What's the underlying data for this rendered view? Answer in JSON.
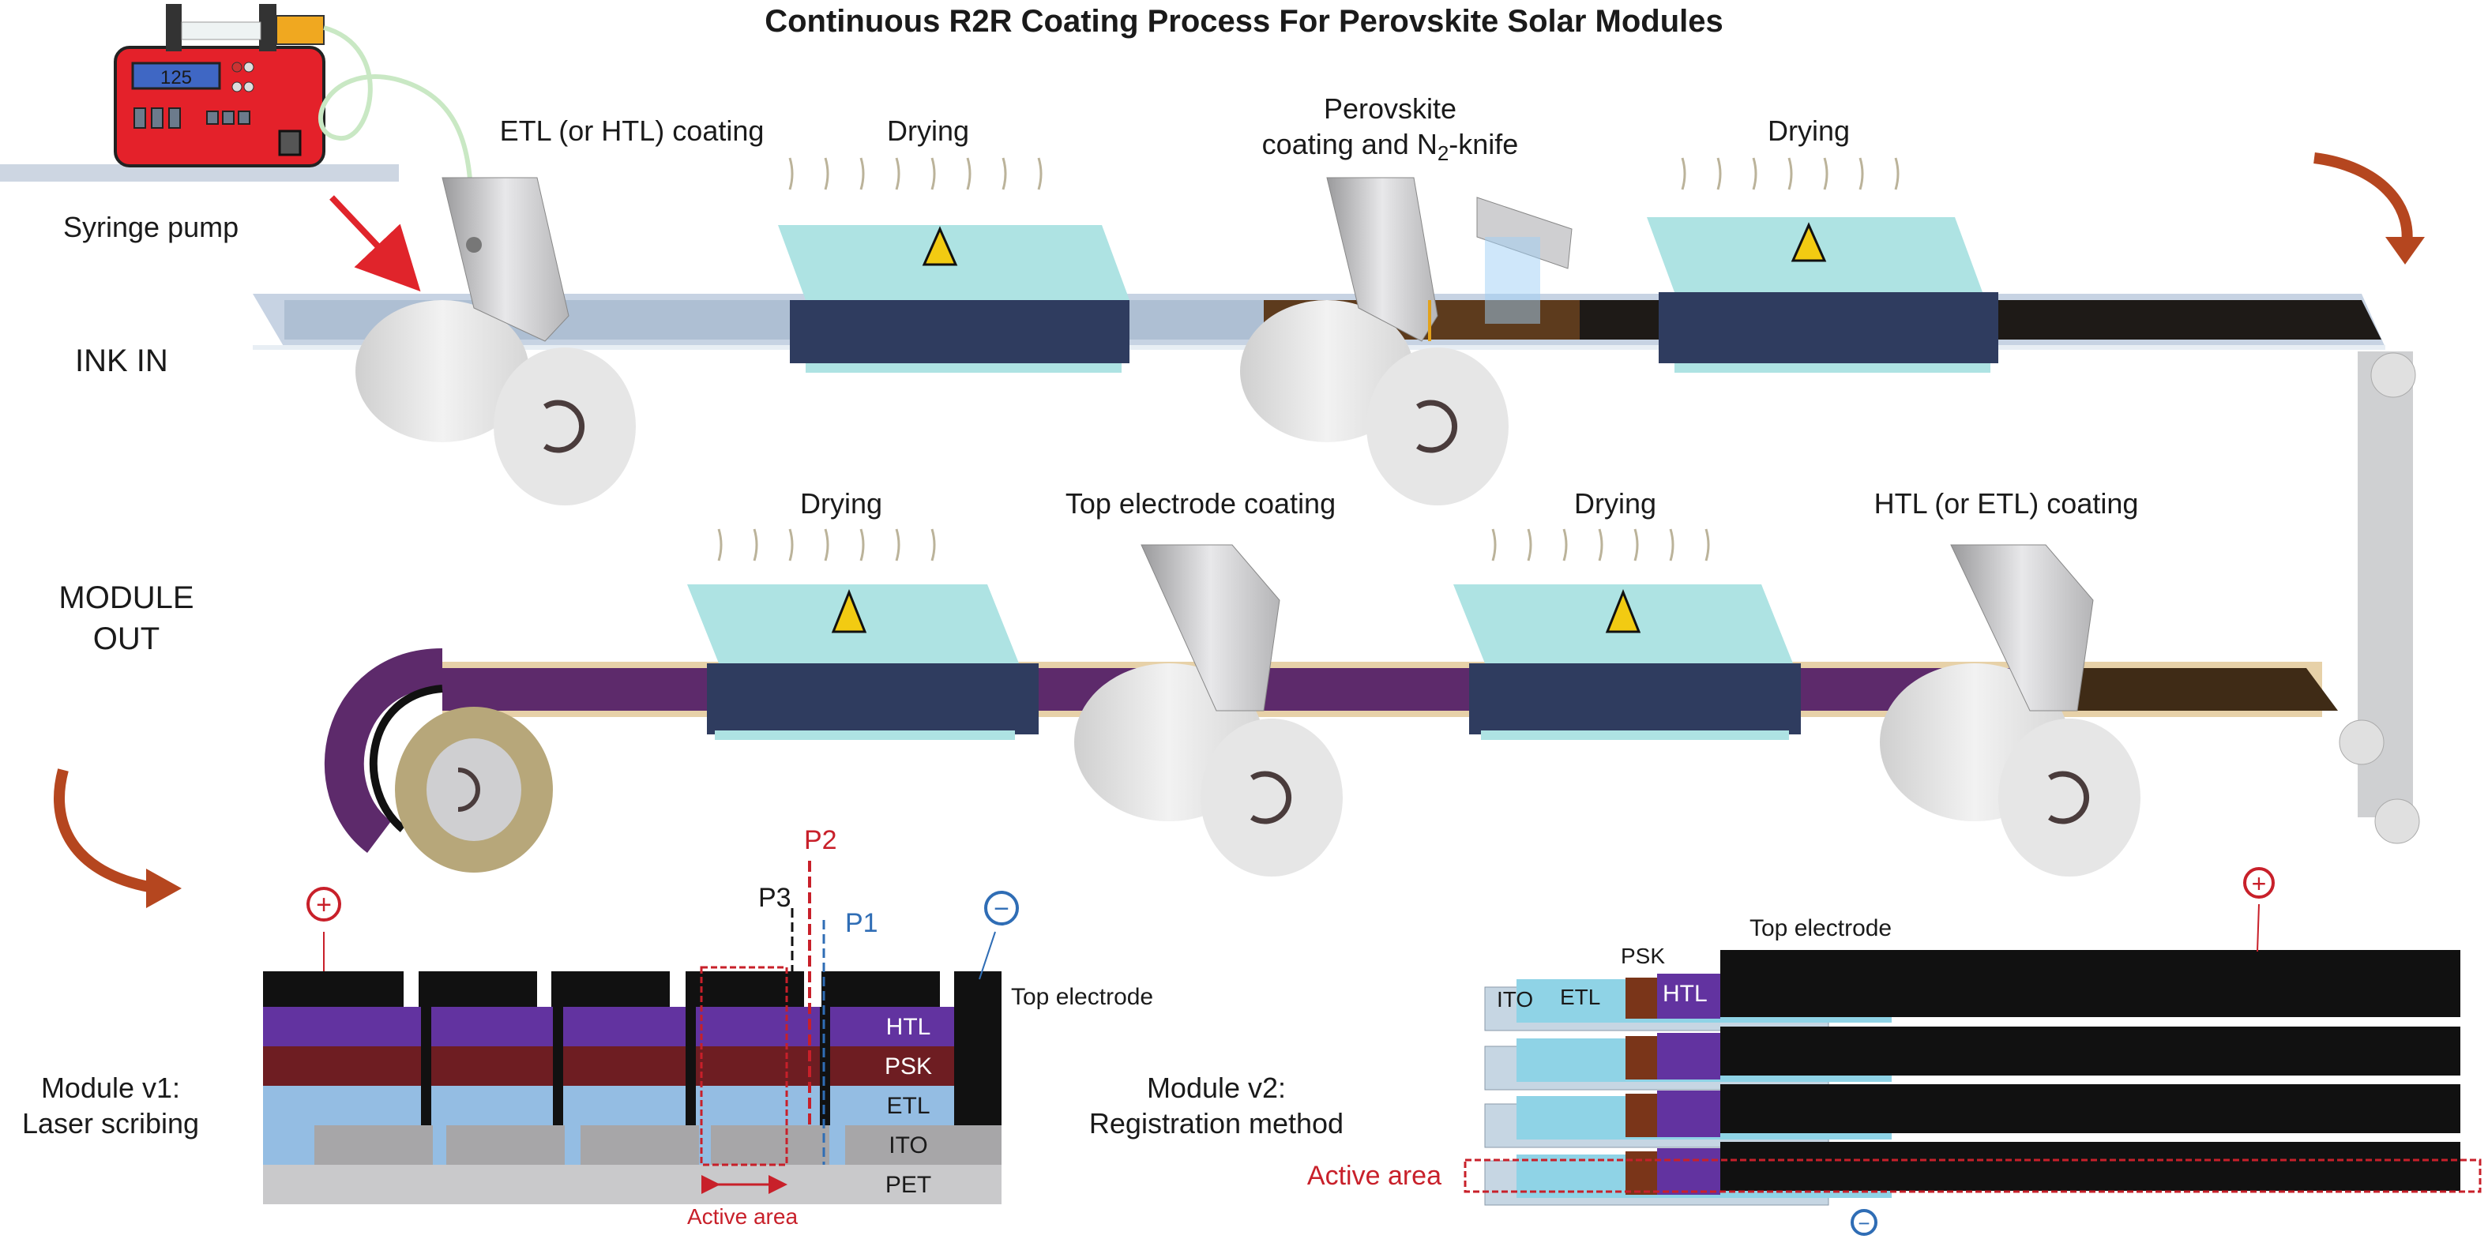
{
  "title": "Continuous R2R Coating Process For Perovskite Solar Modules",
  "syringe_pump": {
    "label": "Syringe pump",
    "display_value": "125"
  },
  "side_labels": {
    "ink_in": "INK IN",
    "module_out_line1": "MODULE",
    "module_out_line2": "OUT"
  },
  "top_line_stations": [
    {
      "label": "ETL (or HTL) coating",
      "type": "slot-die"
    },
    {
      "label": "Drying",
      "type": "dryer"
    },
    {
      "label_line1": "Perovskite",
      "label_line2_pre": "coating and N",
      "label_line2_sub": "2",
      "label_line2_post": "-knife",
      "type": "slot-die+air-knife"
    },
    {
      "label": "Drying",
      "type": "dryer"
    }
  ],
  "bottom_line_stations": [
    {
      "label": "Drying",
      "type": "dryer"
    },
    {
      "label": "Top electrode coating",
      "type": "slot-die"
    },
    {
      "label": "Drying",
      "type": "dryer"
    },
    {
      "label": "HTL (or ETL) coating",
      "type": "slot-die"
    }
  ],
  "module_v1": {
    "label_line1": "Module v1:",
    "label_line2": "Laser scribing",
    "layers": [
      "Top electrode",
      "HTL",
      "PSK",
      "ETL",
      "ITO",
      "PET"
    ],
    "scribes": [
      "P3",
      "P2",
      "P1"
    ],
    "active_area": "Active area",
    "plus": "+",
    "minus": "−"
  },
  "module_v2": {
    "label_line1": "Module v2:",
    "label_line2": "Registration method",
    "layers": [
      "ITO",
      "ETL",
      "PSK",
      "HTL",
      "Top electrode"
    ],
    "active_area": "Active area",
    "plus": "+",
    "minus": "−"
  },
  "colors": {
    "htl": "#6233a0",
    "psk": "#6e1d22",
    "etl": "#94bde3",
    "ito": "#a7a6a8",
    "pet": "#c9c9cb",
    "electrode": "#111111",
    "dryer_top": "#aee3e3",
    "dryer_body": "#2f3c5f",
    "accent_red": "#c8202a",
    "accent_blue": "#2f6db5",
    "arrow_brown": "#b5461f"
  }
}
